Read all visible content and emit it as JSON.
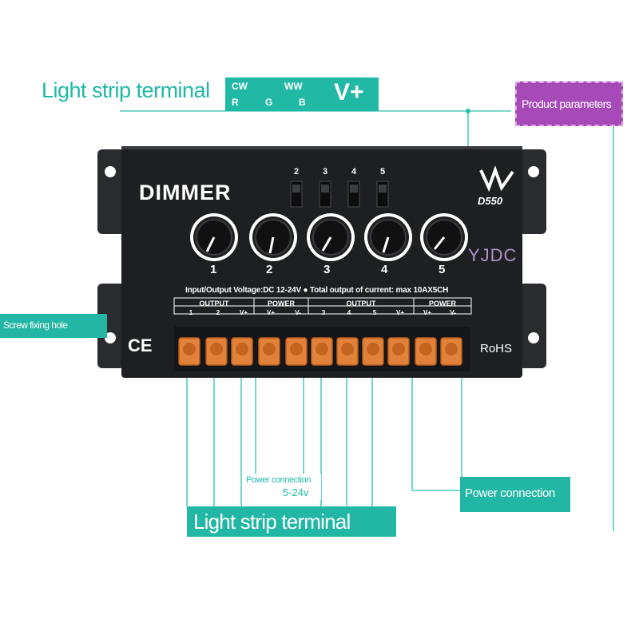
{
  "labels": {
    "top_strip_terminal": "Light strip terminal",
    "color_row1": [
      "CW",
      "WW"
    ],
    "color_row2": [
      "R",
      "G",
      "B"
    ],
    "vplus": "V+",
    "product_parameters": "Product parameters",
    "screw_hole": "Screw fixing hole",
    "power_small_1": "Power connection",
    "power_small_2": "5-24v",
    "power_big": "Power connection",
    "bottom_strip_terminal": "Light strip terminal"
  },
  "device": {
    "title": "DIMMER",
    "model": "D550",
    "brand_watermark": "YJDC",
    "knobs": [
      "1",
      "2",
      "3",
      "4",
      "5"
    ],
    "switches": [
      "2",
      "3",
      "4",
      "5"
    ],
    "spec": "Input/Output Voltage:DC 12-24V ● Total output of current: max 10AX5CH",
    "headers": [
      "OUTPUT",
      "POWER",
      "OUTPUT",
      "POWER"
    ],
    "pins": [
      "1",
      "2",
      "V+",
      "V+",
      "V-",
      "3",
      "4",
      "5",
      "V+",
      "V+",
      "V-"
    ],
    "ce": "CE",
    "rohs": "RoHS"
  },
  "colors": {
    "accent": "#22b7a4",
    "param_box": "#a64ab8",
    "device_body": "#1e1f22",
    "terminal": "#e2823a"
  }
}
